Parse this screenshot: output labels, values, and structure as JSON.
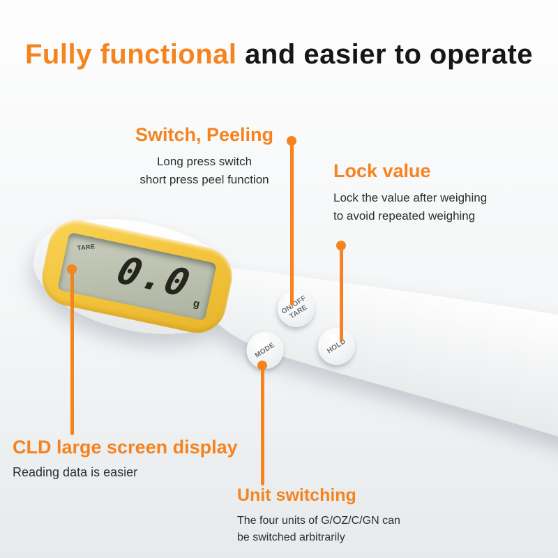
{
  "title": {
    "highlight": "Fully functional",
    "rest": " and easier to operate"
  },
  "callouts": {
    "switch": {
      "heading": "Switch, Peeling",
      "line1": "Long press switch",
      "line2": "short press peel function"
    },
    "lock": {
      "heading": "Lock value",
      "line1": "Lock the value after weighing",
      "line2": "to avoid repeated weighing"
    },
    "screen": {
      "heading": "CLD large screen display",
      "line1": "Reading data is easier"
    },
    "unit": {
      "heading": "Unit switching",
      "line1": "The four units of G/OZ/C/GN can",
      "line2": "be switched arbitrarily"
    }
  },
  "device": {
    "lcd_value": "0.0",
    "lcd_unit": "g",
    "lcd_tare": "TARE",
    "button_onoff_line1": "ON/OFF",
    "button_onoff_line2": "TARE",
    "button_mode": "MODE",
    "button_hold": "HOLD"
  },
  "colors": {
    "accent": "#f5831f",
    "bezel_yellow": "#f2c23a",
    "lcd_green": "#b8bdac"
  }
}
